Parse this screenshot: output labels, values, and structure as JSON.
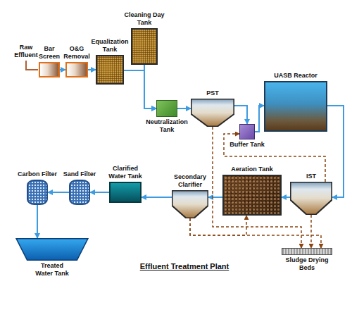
{
  "diagram": {
    "title": "Effluent Treatment Plant",
    "nodes": [
      {
        "text": [
          "Bar Screen"
        ]
      },
      {
        "text": [
          "O&G Removal"
        ]
      },
      {
        "text": [
          "Equalization Tank"
        ]
      },
      {
        "text": [
          "Cleaning Day Tank"
        ]
      },
      {
        "text": [
          "Neutralization Tank"
        ]
      },
      {
        "text": [
          "PST"
        ]
      },
      {
        "text": [
          "UASB Reactor"
        ]
      },
      {
        "text": [
          "Buffer Tank"
        ]
      },
      {
        "text": [
          "Carbon Filter"
        ]
      },
      {
        "text": [
          "Sand Filter"
        ]
      },
      {
        "text": [
          "Clarified Water Tank"
        ]
      },
      {
        "text": [
          "Secondary Clarifier"
        ]
      },
      {
        "text": [
          "Aeration Tank"
        ]
      },
      {
        "text": [
          "IST"
        ]
      },
      {
        "text": [
          "Treated Water Tank"
        ]
      },
      {
        "text": [
          "Sludge Drying Beds"
        ]
      }
    ],
    "edges": [
      {
        "from": 0,
        "to": 1,
        "arrow": "to"
      },
      {
        "from": 1,
        "to": 2,
        "arrow": "to"
      },
      {
        "from": 2,
        "to": 4,
        "arrow": "to"
      },
      {
        "from": 3,
        "to": 4,
        "arrow": "to"
      },
      {
        "from": 4,
        "to": 5,
        "arrow": "to"
      },
      {
        "from": 5,
        "to": 7,
        "arrow": "to"
      },
      {
        "from": 7,
        "to": 6,
        "arrow": "to"
      },
      {
        "from": 6,
        "to": 13,
        "arrow": "to"
      },
      {
        "from": 13,
        "to": 12,
        "arrow": "to"
      },
      {
        "from": 12,
        "to": 11,
        "arrow": "to"
      },
      {
        "from": 11,
        "to": 10,
        "arrow": "to"
      },
      {
        "from": 10,
        "to": 9,
        "arrow": "to"
      },
      {
        "from": 9,
        "to": 8,
        "arrow": "to"
      },
      {
        "from": 8,
        "to": 14,
        "arrow": "to"
      },
      {
        "from": 5,
        "to": 15,
        "arrow": "to"
      },
      {
        "from": 11,
        "to": 15,
        "arrow": "to"
      },
      {
        "from": 11,
        "to": 12,
        "arrow": "to"
      },
      {
        "from": 13,
        "to": 15,
        "arrow": "to"
      },
      {
        "from": 13,
        "to": 7,
        "arrow": "to"
      }
    ],
    "labels": [
      "Raw Effluent"
    ]
  }
}
